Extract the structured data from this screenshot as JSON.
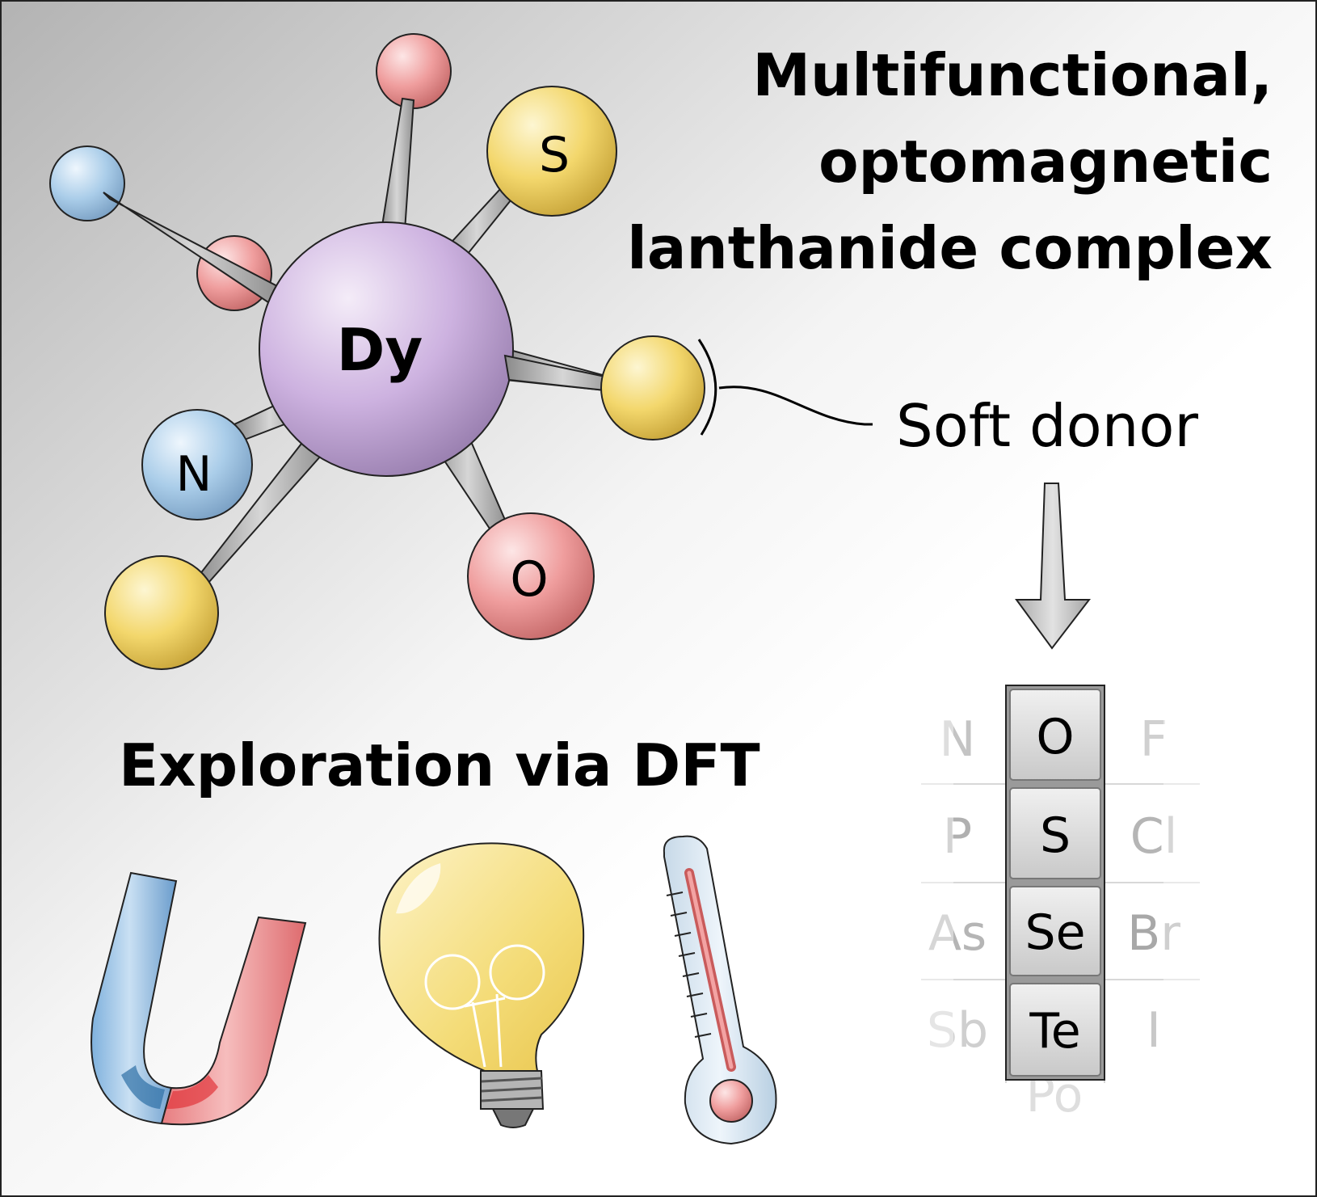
{
  "title_lines": [
    "Multifunctional,",
    "optomagnetic",
    "lanthanide complex"
  ],
  "subtitle": "Exploration via DFT",
  "callout_label": "Soft donor",
  "molecule": {
    "center": "Dy",
    "atoms": [
      "S",
      "N",
      "O"
    ]
  },
  "periodic_table": {
    "highlighted": [
      "O",
      "S",
      "Se",
      "Te"
    ],
    "left_column": [
      "N",
      "P",
      "As",
      "Sb"
    ],
    "right_column": [
      "F",
      "Cl",
      "Br",
      "I"
    ],
    "faded_bottom": "Po"
  },
  "icons": [
    "magnet-icon",
    "lightbulb-icon",
    "thermometer-icon"
  ],
  "colors": {
    "dysprosium": "#c9aedb",
    "sulfur": "#f3d56a",
    "nitrogen": "#a9cbe8",
    "oxygen": "#ef9a9a",
    "magnet_blue": "#5b9bd0",
    "magnet_red": "#e8545a"
  }
}
